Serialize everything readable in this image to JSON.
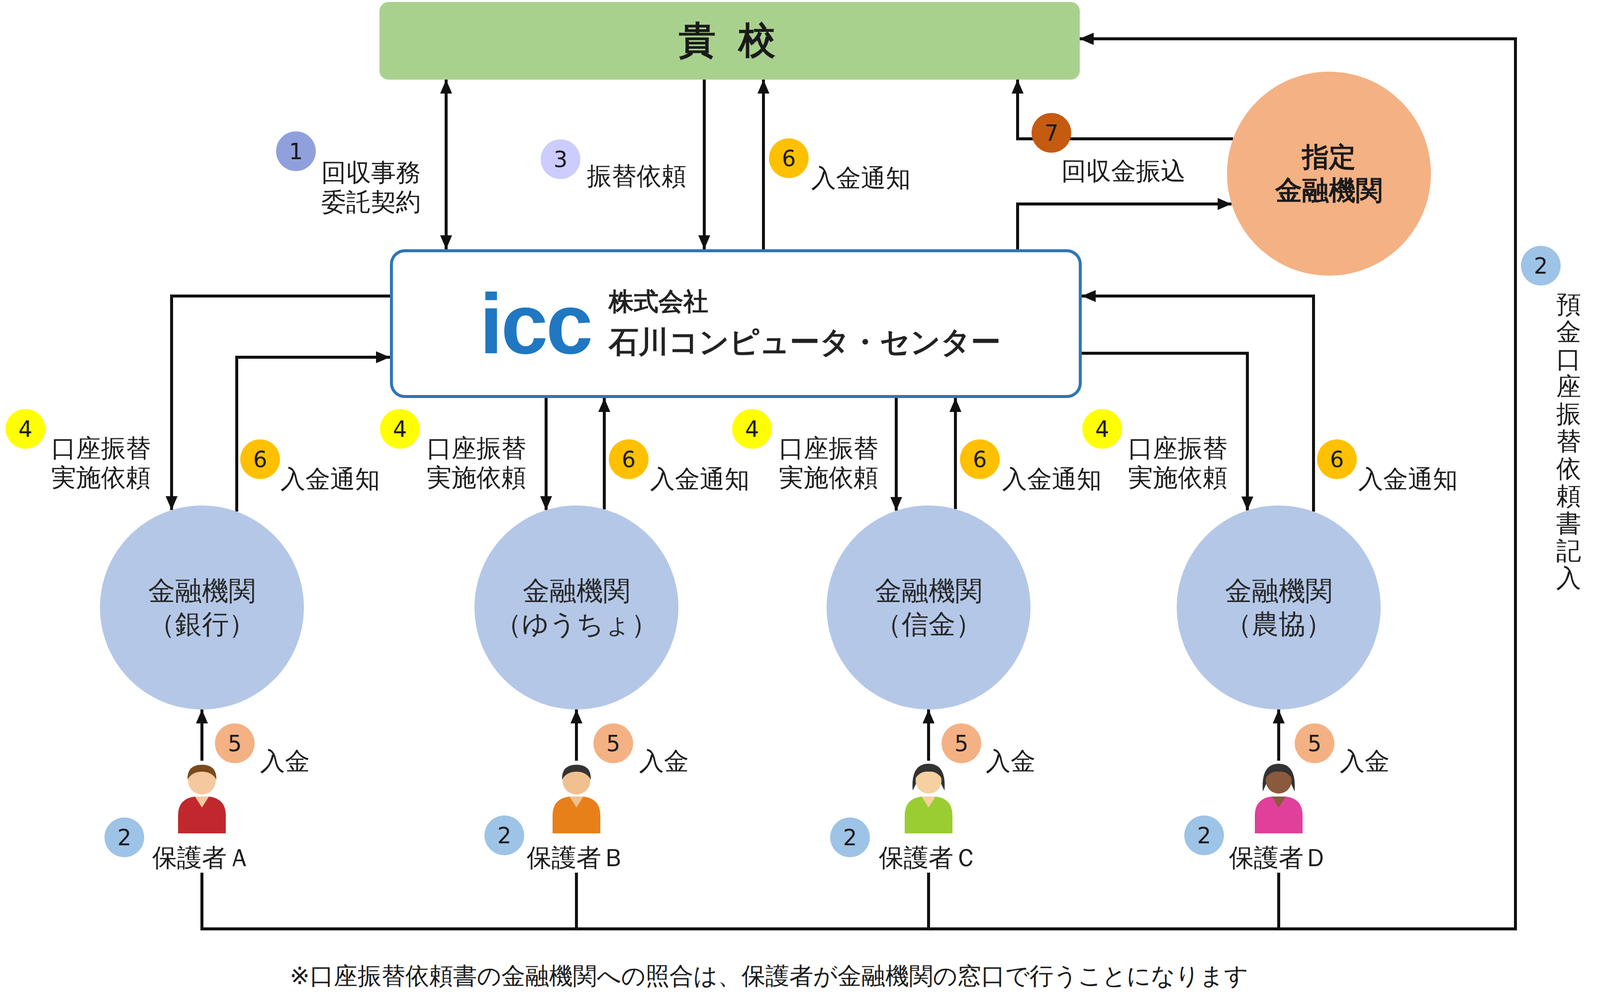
{
  "diagram": {
    "nodes": [
      {
        "text": [
          "貴 校"
        ]
      },
      {
        "text": [
          "icc",
          "株式会社",
          "石川コンピュータ・センター"
        ]
      },
      {
        "text": [
          "指定 金融機関"
        ]
      },
      {
        "text": [
          "金融機関 （銀行）"
        ]
      },
      {
        "text": [
          "金融機関 （ゆうちょ）"
        ]
      },
      {
        "text": [
          "金融機関 （信金）"
        ]
      },
      {
        "text": [
          "金融機関 （農協）"
        ]
      },
      {
        "text": [
          "保護者Ａ"
        ]
      },
      {
        "text": [
          "保護者Ｂ"
        ]
      },
      {
        "text": [
          "保護者Ｃ"
        ]
      },
      {
        "text": [
          "保護者Ｄ"
        ]
      }
    ],
    "edges": [
      {
        "from": 1,
        "to": 0,
        "arrow": "both",
        "label": "回収事務 委託契約"
      },
      {
        "from": 0,
        "to": 1,
        "arrow": "to",
        "label": "振替依頼"
      },
      {
        "from": 1,
        "to": 0,
        "arrow": "to",
        "label": "入金通知"
      },
      {
        "from": 1,
        "to": 2,
        "arrow": "to"
      },
      {
        "from": 2,
        "to": 0,
        "arrow": "to",
        "label": "回収金振込"
      },
      {
        "from": 1,
        "to": 3,
        "arrow": "to",
        "label": "口座振替 実施依頼"
      },
      {
        "from": 1,
        "to": 4,
        "arrow": "to",
        "label": "口座振替 実施依頼"
      },
      {
        "from": 1,
        "to": 5,
        "arrow": "to",
        "label": "口座振替 実施依頼"
      },
      {
        "from": 1,
        "to": 6,
        "arrow": "to",
        "label": "口座振替 実施依頼"
      },
      {
        "from": 3,
        "to": 1,
        "arrow": "to",
        "label": "入金通知"
      },
      {
        "from": 4,
        "to": 1,
        "arrow": "to",
        "label": "入金通知"
      },
      {
        "from": 5,
        "to": 1,
        "arrow": "to",
        "label": "入金通知"
      },
      {
        "from": 6,
        "to": 1,
        "arrow": "to",
        "label": "入金通知"
      },
      {
        "from": 7,
        "to": 3,
        "arrow": "to",
        "label": "入金"
      },
      {
        "from": 8,
        "to": 4,
        "arrow": "to",
        "label": "入金"
      },
      {
        "from": 9,
        "to": 5,
        "arrow": "to",
        "label": "入金"
      },
      {
        "from": 10,
        "to": 6,
        "arrow": "to",
        "label": "入金"
      },
      {
        "from": 7,
        "to": 0,
        "arrow": "to"
      },
      {
        "from": 8,
        "to": 0,
        "arrow": "to"
      },
      {
        "from": 9,
        "to": 0,
        "arrow": "to"
      },
      {
        "from": 10,
        "to": 0,
        "arrow": "to",
        "label": "預金口座振替依頼書記入"
      }
    ],
    "labels": [
      "1",
      "3",
      "6",
      "7",
      "2",
      "4",
      "4",
      "4",
      "4",
      "6",
      "6",
      "6",
      "6",
      "5",
      "5",
      "5",
      "5",
      "2",
      "2",
      "2",
      "2",
      "※口座振替依頼書の金融機関への照合は、保護者が金融機関の窓口で行うことになります"
    ]
  }
}
